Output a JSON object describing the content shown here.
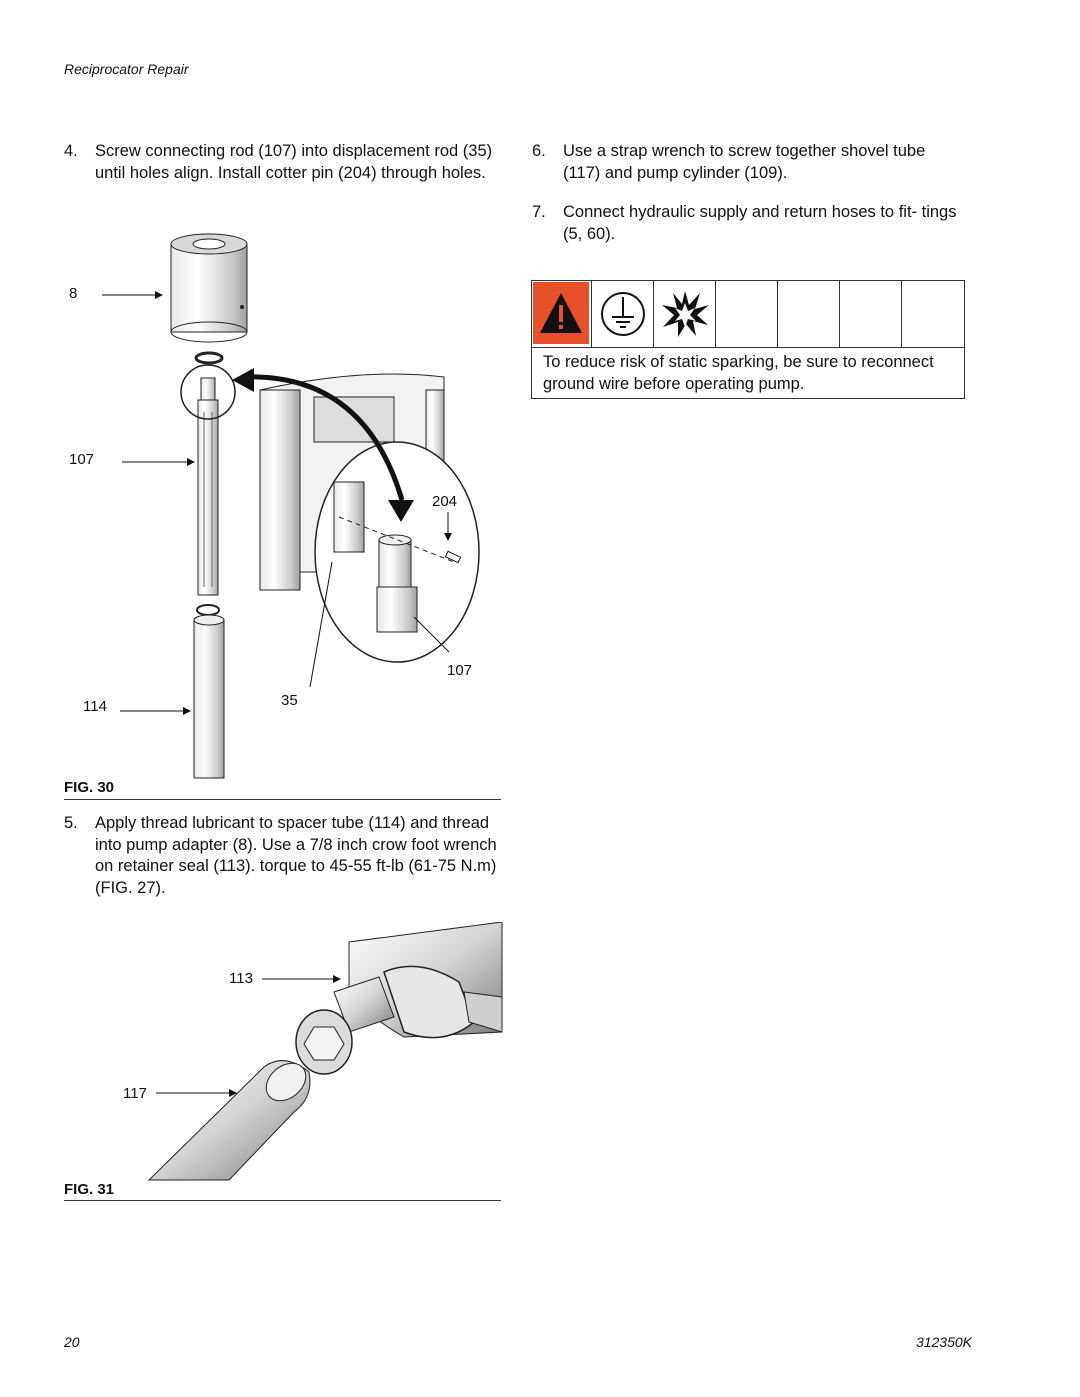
{
  "header": {
    "section": "Reciprocator Repair"
  },
  "steps": [
    {
      "num": "4.",
      "text": "Screw connecting rod (107) into displacement rod (35) until holes align. Install cotter pin (204) through holes."
    },
    {
      "num": "5.",
      "text": "Apply thread lubricant to spacer tube (114) and thread into pump adapter (8). Use a 7/8 inch crow foot wrench on retainer seal (113). torque to 45-55 ft-lb (61-75 N.m) (FIG. 27)."
    },
    {
      "num": "6.",
      "text": "Use a strap wrench to screw together shovel tube (117) and pump cylinder (109)."
    },
    {
      "num": "7.",
      "text": "Connect hydraulic supply and return hoses to fit- tings (5, 60)."
    }
  ],
  "fig30": {
    "caption_prefix": "FIG",
    "caption_number": ". 30",
    "callouts": {
      "c8": "8",
      "c107a": "107",
      "c204": "204",
      "c107b": "107",
      "c114": "114",
      "c35": "35"
    }
  },
  "fig31": {
    "caption_prefix": "FIG",
    "caption_number": ". 31",
    "callouts": {
      "c113": "113",
      "c117": "117"
    }
  },
  "warning": {
    "icons": [
      "warning-triangle-icon",
      "ground-icon",
      "explosion-icon"
    ],
    "accent": "#e8502a",
    "text": "To reduce risk of static sparking, be sure to reconnect ground wire before operating pump."
  },
  "footer": {
    "page": "20",
    "doc_number": "312350K"
  }
}
